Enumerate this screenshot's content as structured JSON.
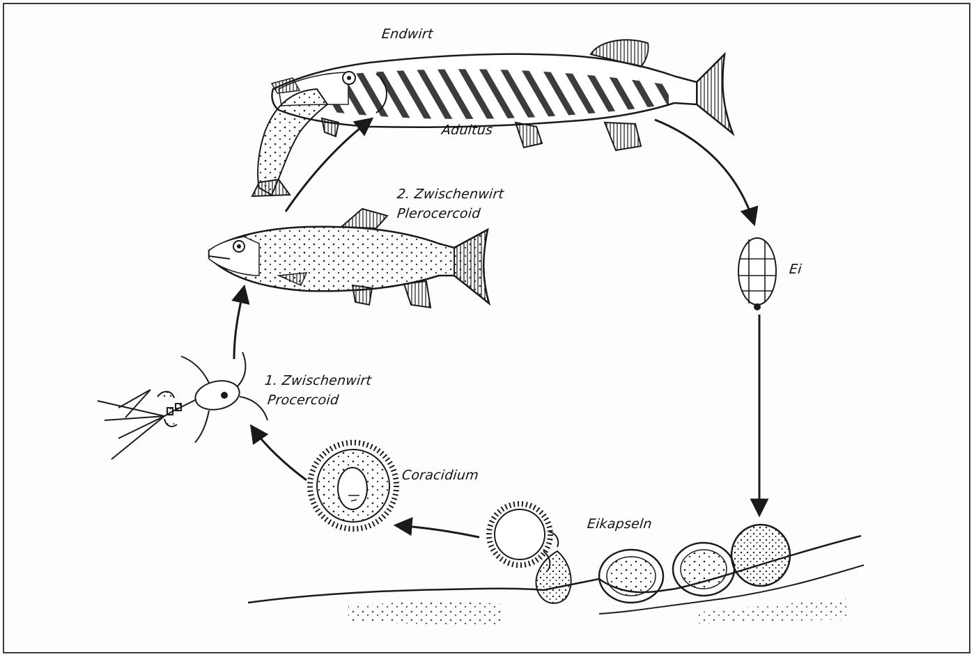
{
  "labels": {
    "final_host": "Endwirt",
    "adult": "Adultus",
    "second_host_line1": "2. Zwischenwirt",
    "second_host_line2": "Plerocercoid",
    "egg": "Ei",
    "first_host_line1": "1. Zwischenwirt",
    "first_host_line2": "Procercoid",
    "coracidium": "Coracidium",
    "egg_capsules": "Eikapseln"
  },
  "colors": {
    "ink": "#1a1a1a",
    "frame": "#3a3a3a",
    "paper": "#fdfdfd"
  }
}
